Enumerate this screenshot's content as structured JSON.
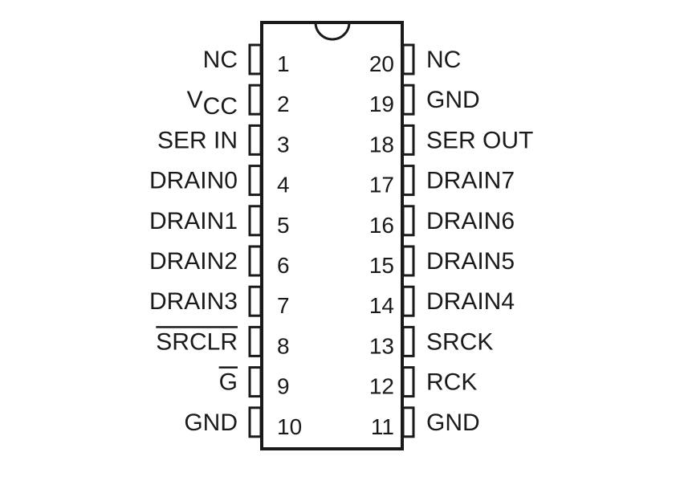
{
  "colors": {
    "ink": "#1a1a1a",
    "background": "#ffffff"
  },
  "left_pins": [
    {
      "number": "1",
      "label": "NC",
      "sub": "",
      "overbar": false
    },
    {
      "number": "2",
      "label": "V",
      "sub": "CC",
      "overbar": false
    },
    {
      "number": "3",
      "label": "SER IN",
      "sub": "",
      "overbar": false
    },
    {
      "number": "4",
      "label": "DRAIN0",
      "sub": "",
      "overbar": false
    },
    {
      "number": "5",
      "label": "DRAIN1",
      "sub": "",
      "overbar": false
    },
    {
      "number": "6",
      "label": "DRAIN2",
      "sub": "",
      "overbar": false
    },
    {
      "number": "7",
      "label": "DRAIN3",
      "sub": "",
      "overbar": false
    },
    {
      "number": "8",
      "label": "SRCLR",
      "sub": "",
      "overbar": true
    },
    {
      "number": "9",
      "label": "G",
      "sub": "",
      "overbar": true
    },
    {
      "number": "10",
      "label": "GND",
      "sub": "",
      "overbar": false
    }
  ],
  "right_pins": [
    {
      "number": "20",
      "label": "NC"
    },
    {
      "number": "19",
      "label": "GND"
    },
    {
      "number": "18",
      "label": "SER OUT"
    },
    {
      "number": "17",
      "label": "DRAIN7"
    },
    {
      "number": "16",
      "label": "DRAIN6"
    },
    {
      "number": "15",
      "label": "DRAIN5"
    },
    {
      "number": "14",
      "label": "DRAIN4"
    },
    {
      "number": "13",
      "label": "SRCK"
    },
    {
      "number": "12",
      "label": "RCK"
    },
    {
      "number": "11",
      "label": "GND"
    }
  ]
}
